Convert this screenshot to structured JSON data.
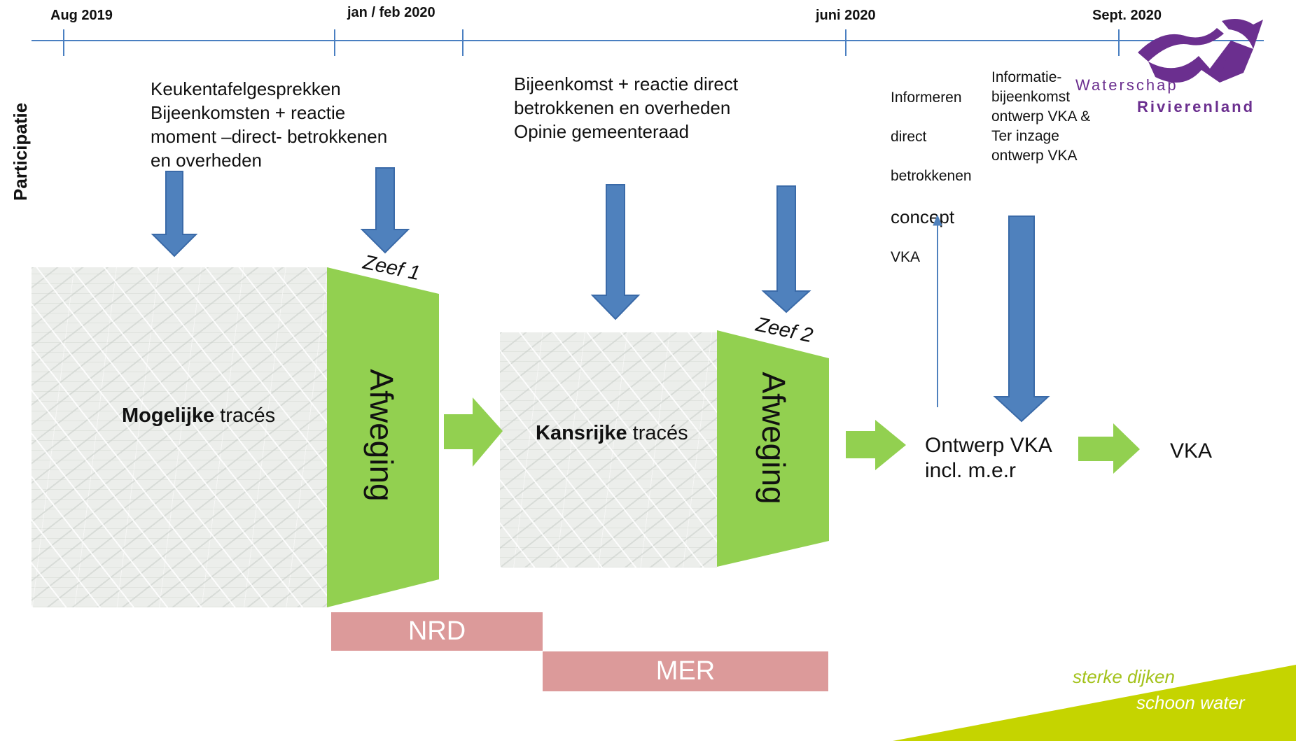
{
  "timeline": {
    "dates": [
      "Aug 2019",
      "jan / feb 2020",
      "juni 2020",
      "Sept. 2020"
    ]
  },
  "side_label": "Participatie",
  "participation": {
    "block1": "Keukentafelgesprekken\nBijeenkomsten + reactie\nmoment –direct- betrokkenen\nen overheden",
    "block2": "Bijeenkomst + reactie direct\nbetrokkenen en overheden\nOpinie gemeenteraad",
    "block3_lines": [
      "Informeren",
      "direct",
      "betrokkenen",
      "concept",
      "VKA"
    ],
    "block4": "Informatie-\nbijeenkomst\nontwerp VKA &\nTer inzage\nontwerp VKA"
  },
  "stages": {
    "stage1_bold": "Mogelijke",
    "stage1_rest": " tracés",
    "stage2_bold": "Kansrijke",
    "stage2_rest": " tracés",
    "afweging": "Afweging",
    "zeef1": "Zeef 1",
    "zeef2": "Zeef 2",
    "ontwerp": "Ontwerp VKA\nincl. m.e.r",
    "vka": "VKA"
  },
  "bars": {
    "nrd": "NRD",
    "mer": "MER"
  },
  "logo": {
    "line1": "Waterschap",
    "line2": "Rivierenland"
  },
  "slogan": {
    "line1": "sterke dijken",
    "line2": "schoon water"
  },
  "colors": {
    "timeline": "#4a7fc1",
    "arrow_blue": "#4f81bd",
    "green": "#92d050",
    "pink": "#dc9a9a",
    "purple": "#6b2f8f",
    "slogan_green": "#c5d400"
  }
}
